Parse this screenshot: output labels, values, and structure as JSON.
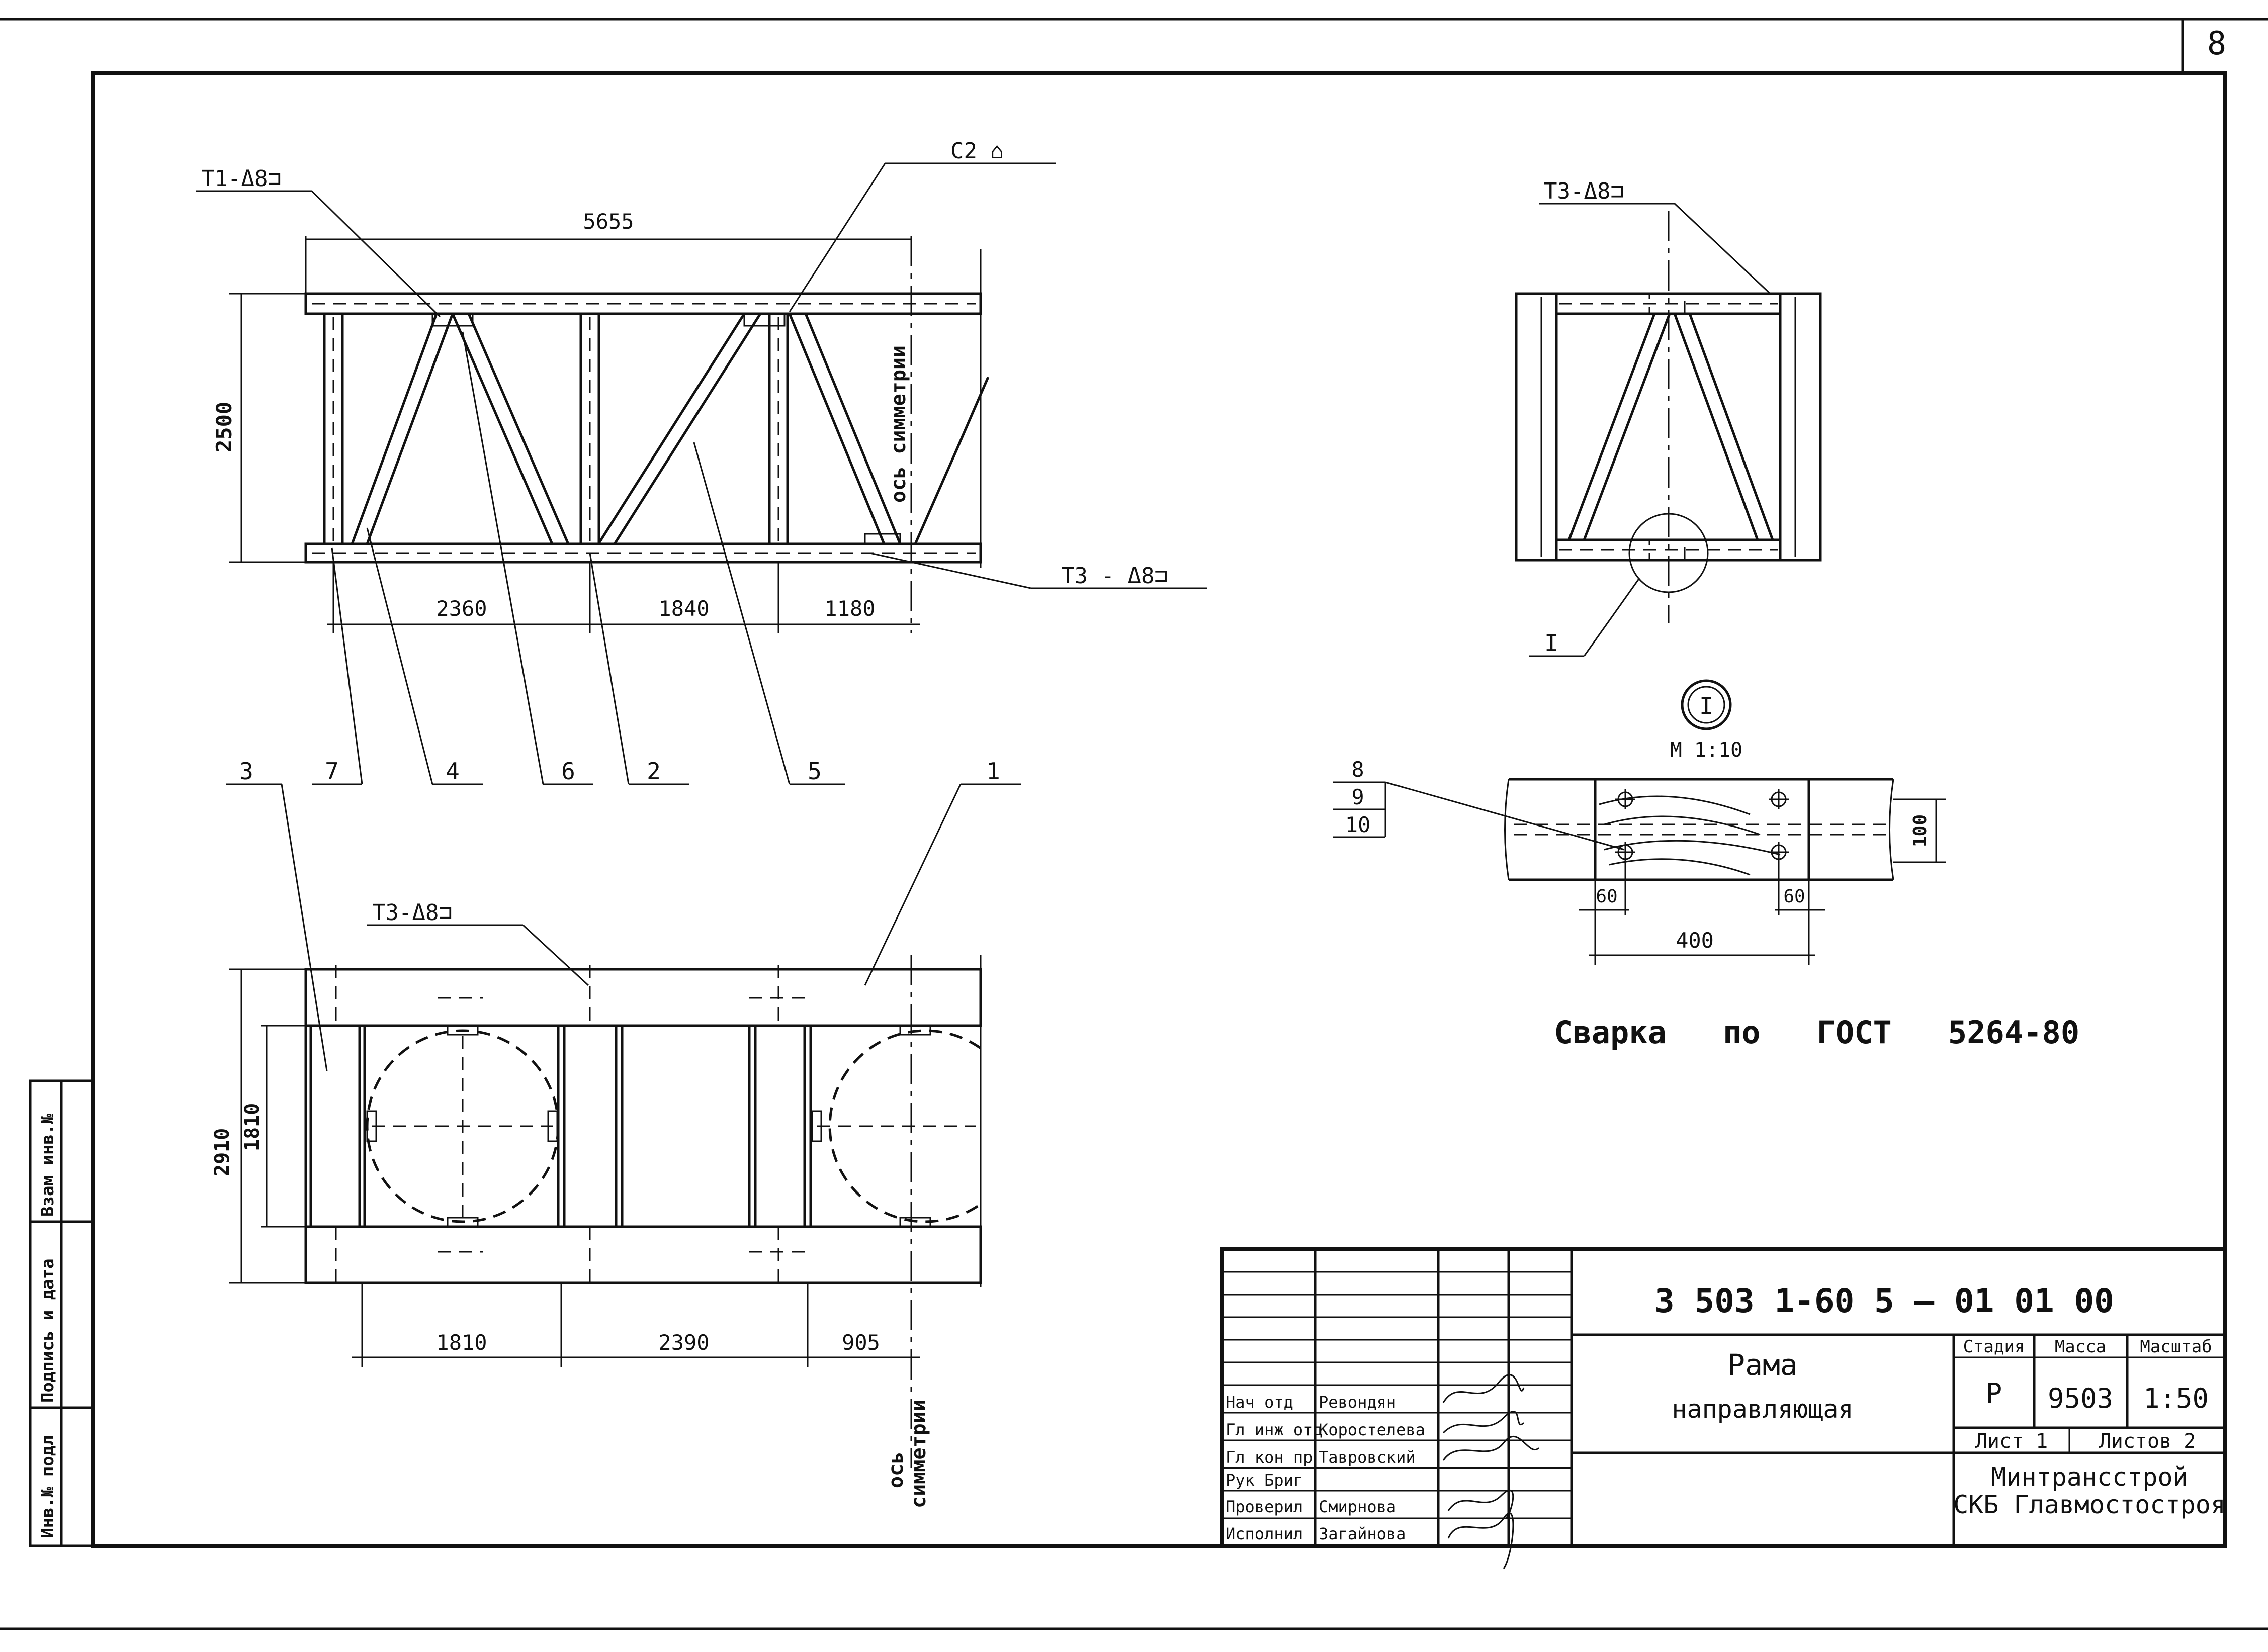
{
  "sheet_number": "8",
  "side_stamp": {
    "inv_podl": "Инв.№ подл",
    "podpis_data": "Подпись и дата",
    "vzam_inv": "Взам инв.№"
  },
  "front_view": {
    "label_t1": "Т1-Δ8⊐",
    "label_c2": "С2 ⌂",
    "label_t3": "Т3 - Δ8⊐",
    "dim_overall": "5655",
    "dim_height": "2500",
    "dim_bottom": [
      "2360",
      "1840",
      "1180"
    ],
    "axis_label": "ось симметрии",
    "positions": [
      "7",
      "4",
      "6",
      "2",
      "5"
    ]
  },
  "plan_view": {
    "label_t3": "Т3-Δ8⊐",
    "positions": [
      "3",
      "1"
    ],
    "dim_outer": "2910",
    "dim_inner": "1810",
    "dim_bottom": [
      "1810",
      "2390",
      "905"
    ],
    "axis_label_1": "ось",
    "axis_label_2": "симметрии"
  },
  "side_view": {
    "label_t3": "Т3-Δ8⊐",
    "callout": "I"
  },
  "detail": {
    "mark": "I",
    "scale": "М 1:10",
    "positions": [
      "8",
      "9",
      "10"
    ],
    "dim_length": "400",
    "dim_left": "60",
    "dim_right": "60",
    "dim_height": "100"
  },
  "welding_note": "Сварка   по   ГОСТ   5264-80",
  "title_block": {
    "doc_number": "3 503 1-60 5 – 01 01 00",
    "title_line1": "Рама",
    "title_line2": "направляющая",
    "stage_header": "Стадия",
    "mass_header": "Масса",
    "scale_header": "Масштаб",
    "stage": "Р",
    "mass": "9503",
    "scale": "1:50",
    "sheet": "Лист  1",
    "sheets": "Листов 2",
    "org_line1": "Минтрансстрой",
    "org_line2": "СКБ Главмостостроя",
    "roles": [
      "Нач отд",
      "Гл инж отд",
      "Гл кон пр",
      "Рук Бриг",
      "Проверил",
      "Исполнил"
    ],
    "names": [
      "Ревондян",
      "Коростелева",
      "Тавровский",
      "",
      "Смирнова",
      "Загайнова"
    ]
  }
}
